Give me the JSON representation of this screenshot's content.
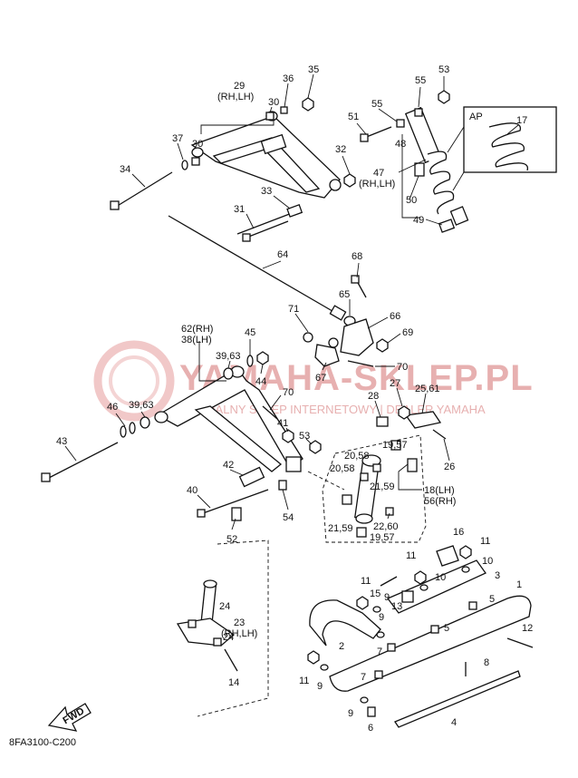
{
  "diagram_code": "8FA3100-C200",
  "watermark": {
    "main_text": "YAMAHA-SKLEP.PL",
    "sub_text": "OFICJALNY SKLEP INTERNETOWY | DEALER YAMAHA"
  },
  "fwd_label": "FWD",
  "ap_box_label": "AP",
  "callouts": [
    {
      "id": "c29",
      "text": "29",
      "sub": "(RH,LH)"
    },
    {
      "id": "c36",
      "text": "36"
    },
    {
      "id": "c35",
      "text": "35"
    },
    {
      "id": "c30a",
      "text": "30"
    },
    {
      "id": "c30b",
      "text": "30"
    },
    {
      "id": "c37",
      "text": "37"
    },
    {
      "id": "c34",
      "text": "34"
    },
    {
      "id": "c32",
      "text": "32"
    },
    {
      "id": "c33",
      "text": "33"
    },
    {
      "id": "c31",
      "text": "31"
    },
    {
      "id": "c64",
      "text": "64"
    },
    {
      "id": "c53a",
      "text": "53"
    },
    {
      "id": "c55a",
      "text": "55"
    },
    {
      "id": "c55b",
      "text": "55"
    },
    {
      "id": "c51",
      "text": "51"
    },
    {
      "id": "c48",
      "text": "48"
    },
    {
      "id": "c47",
      "text": "47",
      "sub": "(RH,LH)"
    },
    {
      "id": "c50",
      "text": "50"
    },
    {
      "id": "c49",
      "text": "49"
    },
    {
      "id": "c17",
      "text": "17"
    },
    {
      "id": "c68",
      "text": "68"
    },
    {
      "id": "c65",
      "text": "65"
    },
    {
      "id": "c66",
      "text": "66"
    },
    {
      "id": "c71",
      "text": "71"
    },
    {
      "id": "c69",
      "text": "69"
    },
    {
      "id": "c67",
      "text": "67"
    },
    {
      "id": "c70a",
      "text": "70"
    },
    {
      "id": "c70b",
      "text": "70"
    },
    {
      "id": "c62",
      "text": "62(RH)",
      "sub": "38(LH)"
    },
    {
      "id": "c45",
      "text": "45"
    },
    {
      "id": "c3963a",
      "text": "39,63"
    },
    {
      "id": "c44",
      "text": "44"
    },
    {
      "id": "c46",
      "text": "46"
    },
    {
      "id": "c3963b",
      "text": "39,63"
    },
    {
      "id": "c43",
      "text": "43"
    },
    {
      "id": "c41",
      "text": "41"
    },
    {
      "id": "c53b",
      "text": "53"
    },
    {
      "id": "c42",
      "text": "42"
    },
    {
      "id": "c40",
      "text": "40"
    },
    {
      "id": "c54",
      "text": "54"
    },
    {
      "id": "c52",
      "text": "52"
    },
    {
      "id": "c28",
      "text": "28"
    },
    {
      "id": "c27",
      "text": "27"
    },
    {
      "id": "c2561",
      "text": "25,61"
    },
    {
      "id": "c26",
      "text": "26"
    },
    {
      "id": "c1957a",
      "text": "19,57"
    },
    {
      "id": "c2058a",
      "text": "20,58"
    },
    {
      "id": "c2058b",
      "text": "20,58"
    },
    {
      "id": "c2159a",
      "text": "21,59"
    },
    {
      "id": "c18",
      "text": "18(LH)",
      "sub": "56(RH)"
    },
    {
      "id": "c2260",
      "text": "22,60"
    },
    {
      "id": "c2159b",
      "text": "21,59"
    },
    {
      "id": "c1957b",
      "text": "19,57"
    },
    {
      "id": "c16",
      "text": "16"
    },
    {
      "id": "c11a",
      "text": "11"
    },
    {
      "id": "c10a",
      "text": "10"
    },
    {
      "id": "c11b",
      "text": "11"
    },
    {
      "id": "c10b",
      "text": "10"
    },
    {
      "id": "c3",
      "text": "3"
    },
    {
      "id": "c1",
      "text": "1"
    },
    {
      "id": "c11c",
      "text": "11"
    },
    {
      "id": "c15",
      "text": "15"
    },
    {
      "id": "c9a",
      "text": "9"
    },
    {
      "id": "c13",
      "text": "13"
    },
    {
      "id": "c5a",
      "text": "5"
    },
    {
      "id": "c5b",
      "text": "5"
    },
    {
      "id": "c24a",
      "text": "24"
    },
    {
      "id": "c23",
      "text": "23",
      "sub": "(RH,LH)"
    },
    {
      "id": "c24b",
      "text": "24"
    },
    {
      "id": "c9b",
      "text": "9"
    },
    {
      "id": "c7a",
      "text": "7"
    },
    {
      "id": "c2",
      "text": "2"
    },
    {
      "id": "c12",
      "text": "12"
    },
    {
      "id": "c8",
      "text": "8"
    },
    {
      "id": "c14",
      "text": "14"
    },
    {
      "id": "c11d",
      "text": "11"
    },
    {
      "id": "c9c",
      "text": "9"
    },
    {
      "id": "c7b",
      "text": "7"
    },
    {
      "id": "c9d",
      "text": "9"
    },
    {
      "id": "c6",
      "text": "6"
    },
    {
      "id": "c4",
      "text": "4"
    }
  ]
}
